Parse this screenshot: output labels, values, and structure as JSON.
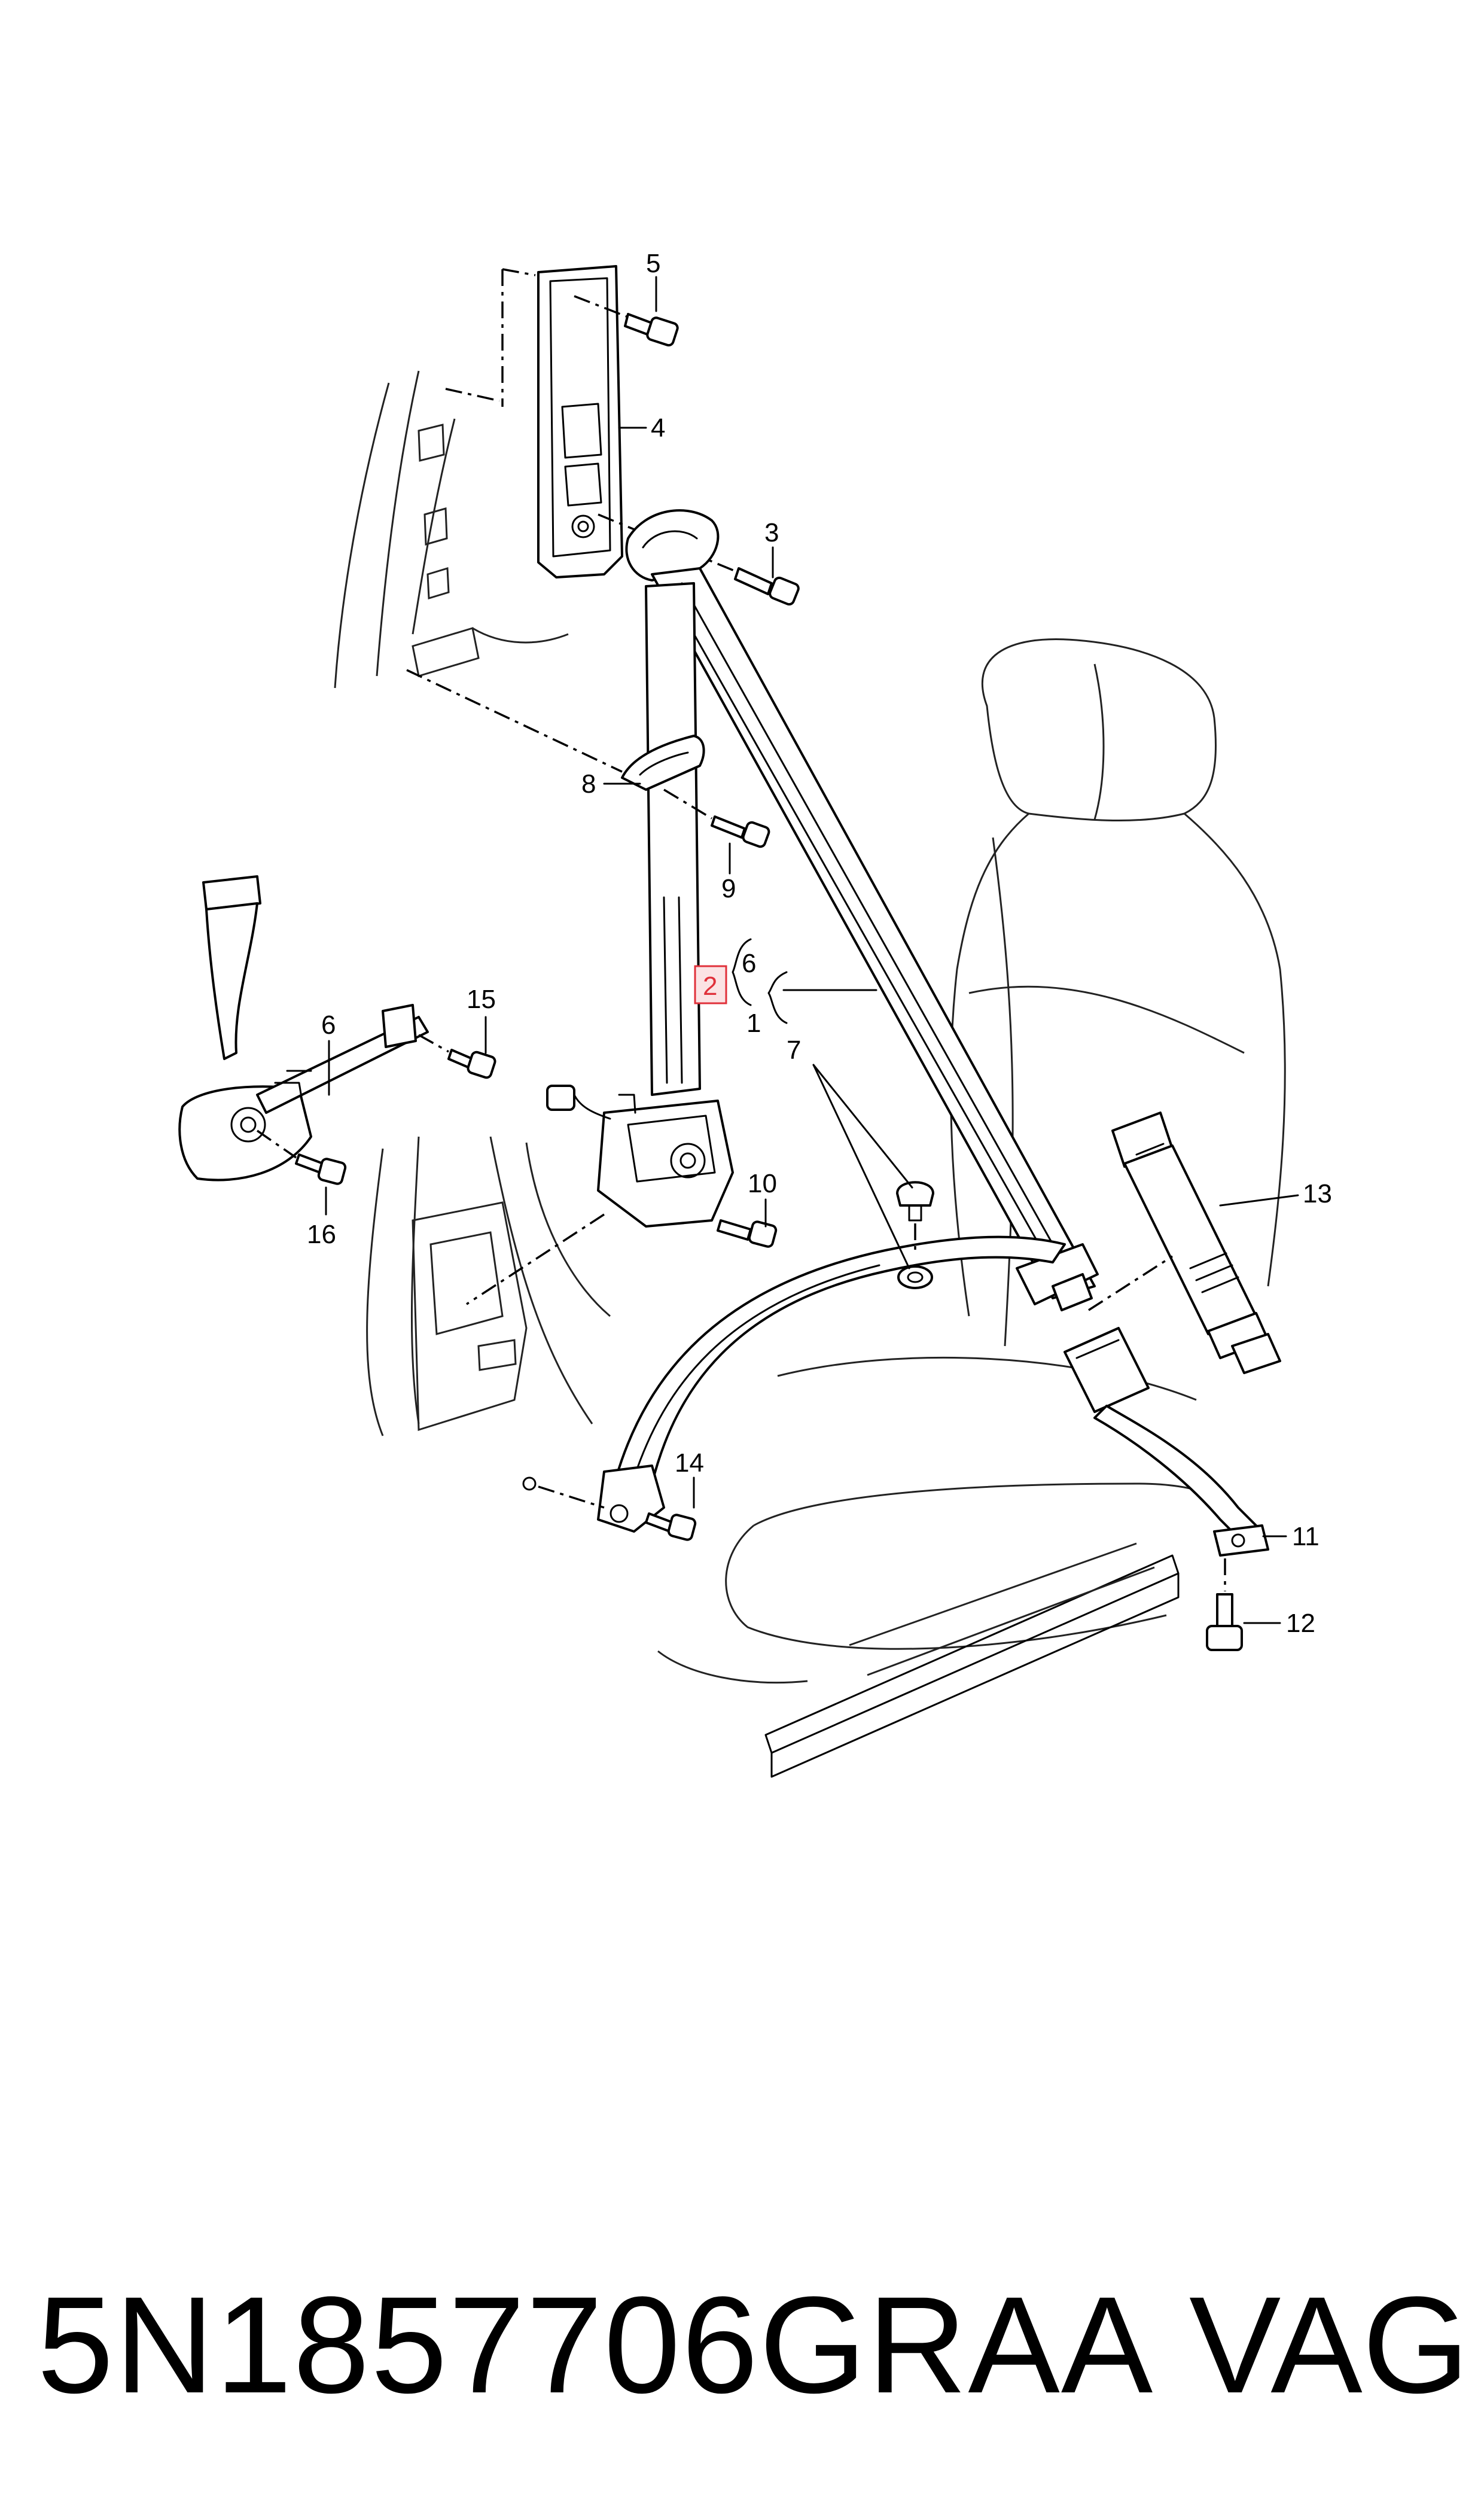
{
  "diagram": {
    "callouts": [
      {
        "id": "label-1",
        "text": "1",
        "highlighted": false
      },
      {
        "id": "label-2",
        "text": "2",
        "highlighted": true
      },
      {
        "id": "label-3",
        "text": "3",
        "highlighted": false
      },
      {
        "id": "label-4",
        "text": "4",
        "highlighted": false
      },
      {
        "id": "label-5",
        "text": "5",
        "highlighted": false
      },
      {
        "id": "label-6a",
        "text": "6",
        "highlighted": false
      },
      {
        "id": "label-6b",
        "text": "6",
        "highlighted": false
      },
      {
        "id": "label-7",
        "text": "7",
        "highlighted": false
      },
      {
        "id": "label-8",
        "text": "8",
        "highlighted": false
      },
      {
        "id": "label-9",
        "text": "9",
        "highlighted": false
      },
      {
        "id": "label-10",
        "text": "10",
        "highlighted": false
      },
      {
        "id": "label-11",
        "text": "11",
        "highlighted": false
      },
      {
        "id": "label-12",
        "text": "12",
        "highlighted": false
      },
      {
        "id": "label-13",
        "text": "13",
        "highlighted": false
      },
      {
        "id": "label-14",
        "text": "14",
        "highlighted": false
      },
      {
        "id": "label-15",
        "text": "15",
        "highlighted": false
      },
      {
        "id": "label-16",
        "text": "16",
        "highlighted": false
      }
    ],
    "highlight_color": "#e0303a",
    "highlight_fill": "#fbe3e4"
  },
  "footer": {
    "part_number": "5N1857706GRAA",
    "brand": "VAG"
  }
}
